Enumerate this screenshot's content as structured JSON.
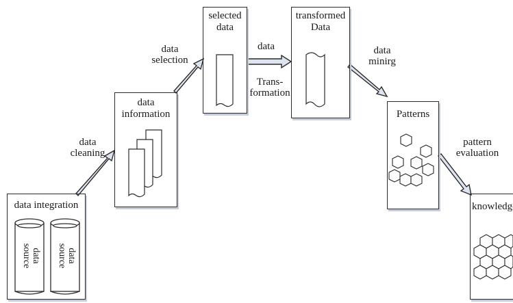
{
  "stages": {
    "integration": {
      "title": "data integration",
      "source1": "data\nsource",
      "source2": "data\nsource"
    },
    "information": {
      "title": "data\ninformation"
    },
    "selected": {
      "title": "selected\ndata"
    },
    "transformed": {
      "title": "transformed\nData"
    },
    "patterns": {
      "title": "Patterns"
    },
    "knowledge": {
      "title": "knowledge"
    }
  },
  "arrows": {
    "cleaning": "data\ncleaning",
    "selection": "data\nselection",
    "data_word": "data",
    "transformation": "Trans-\nformation",
    "mining": "data\nminirg",
    "evaluation": "pattern\nevaluation"
  },
  "colors": {
    "box_fill": "#dde3ef",
    "arrow_fill": "#dde3ef",
    "stroke": "#2a2a2a"
  }
}
